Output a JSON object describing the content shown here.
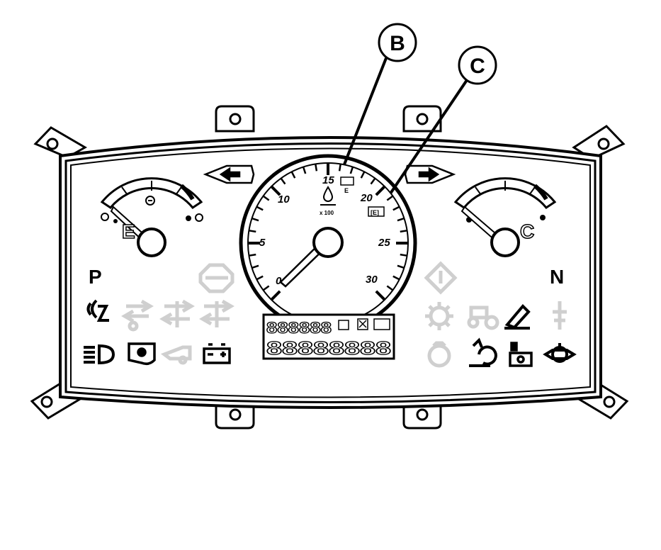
{
  "callouts": {
    "b": "B",
    "c": "C"
  },
  "tach": {
    "scale_numbers": [
      "0",
      "5",
      "10",
      "15",
      "20",
      "25",
      "30"
    ],
    "units": "x 100",
    "upper_box_label": "E",
    "lower_box_label": "[E]"
  },
  "fuel_gauge": {
    "letter": "E"
  },
  "temp_gauge": {
    "letter": "C"
  },
  "indicators": {
    "park": "P",
    "neutral": "N"
  },
  "lcd": {
    "top_row": "888888",
    "bottom_row": "88888888"
  },
  "colors": {
    "ink": "#000000",
    "inactive": "#cfcfcf",
    "background": "#ffffff"
  }
}
